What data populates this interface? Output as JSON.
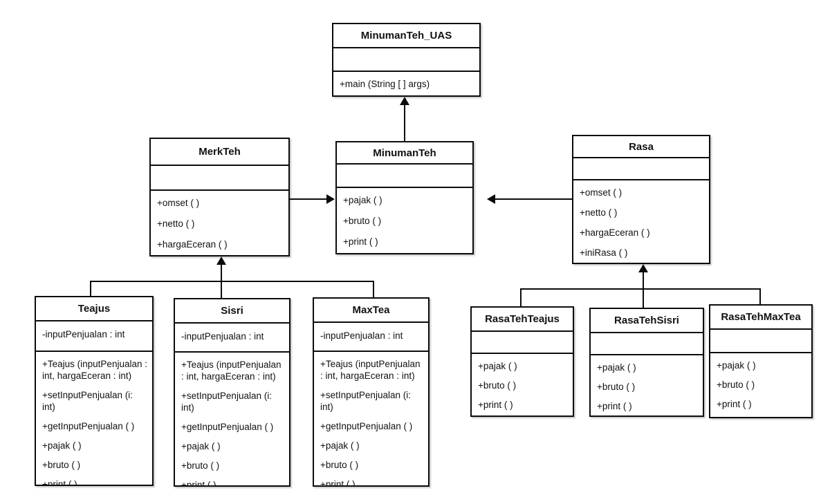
{
  "diagram_type": "uml-class-diagram",
  "colors": {
    "background": "#ffffff",
    "box_fill": "#ffffff",
    "line": "#0b0b0b",
    "text": "#111111"
  },
  "classes": [
    {
      "id": "minumanteh-uas",
      "name": "MinumanTeh_UAS",
      "attributes": [],
      "methods": [
        "+main (String [ ] args)"
      ]
    },
    {
      "id": "merkteh",
      "name": "MerkTeh",
      "attributes": [],
      "methods": [
        "+omset ( )",
        "+netto ( )",
        "+hargaEceran ( )"
      ]
    },
    {
      "id": "minumanteh",
      "name": "MinumanTeh",
      "attributes": [],
      "methods": [
        "+pajak ( )",
        "+bruto ( )",
        "+print ( )"
      ]
    },
    {
      "id": "rasa",
      "name": "Rasa",
      "attributes": [],
      "methods": [
        "+omset ( )",
        "+netto ( )",
        "+hargaEceran ( )",
        "+iniRasa ( )"
      ]
    },
    {
      "id": "teajus",
      "name": "Teajus",
      "attributes": [
        "-inputPenjualan : int"
      ],
      "methods": [
        "+Teajus (inputPenjualan : int, hargaEceran : int)",
        "+setInputPenjualan (i: int)",
        "+getInputPenjualan ( )",
        "+pajak ( )",
        "+bruto ( )",
        "+print ( )"
      ]
    },
    {
      "id": "sisri",
      "name": "Sisri",
      "attributes": [
        "-inputPenjualan : int"
      ],
      "methods": [
        "+Teajus (inputPenjualan : int, hargaEceran : int)",
        "+setInputPenjualan (i: int)",
        "+getInputPenjualan ( )",
        "+pajak ( )",
        "+bruto ( )",
        "+print ( )"
      ]
    },
    {
      "id": "maxtea",
      "name": "MaxTea",
      "attributes": [
        "-inputPenjualan : int"
      ],
      "methods": [
        "+Teajus (inputPenjualan : int, hargaEceran : int)",
        "+setInputPenjualan (i: int)",
        "+getInputPenjualan ( )",
        "+pajak ( )",
        "+bruto ( )",
        "+print ( )"
      ]
    },
    {
      "id": "rasatehteajus",
      "name": "RasaTehTeajus",
      "attributes": [],
      "methods": [
        "+pajak ( )",
        "+bruto ( )",
        "+print ( )"
      ]
    },
    {
      "id": "rasatehsisri",
      "name": "RasaTehSisri",
      "attributes": [],
      "methods": [
        "+pajak ( )",
        "+bruto ( )",
        "+print ( )"
      ]
    },
    {
      "id": "rasatehmaxtea",
      "name": "RasaTehMaxTea",
      "attributes": [],
      "methods": [
        "+pajak ( )",
        "+bruto ( )",
        "+print ( )"
      ]
    }
  ],
  "relationships": [
    {
      "from": "MinumanTeh",
      "to": "MinumanTeh_UAS",
      "style": "solid-arrow",
      "direction": "up"
    },
    {
      "from": "MerkTeh",
      "to": "MinumanTeh",
      "style": "solid-arrow",
      "direction": "right"
    },
    {
      "from": "Rasa",
      "to": "MinumanTeh",
      "style": "solid-arrow",
      "direction": "left"
    },
    {
      "from": [
        "Teajus",
        "Sisri",
        "MaxTea"
      ],
      "to": "MerkTeh",
      "style": "tree-arrow",
      "direction": "up"
    },
    {
      "from": [
        "RasaTehTeajus",
        "RasaTehSisri",
        "RasaTehMaxTea"
      ],
      "to": "Rasa",
      "style": "tree-arrow",
      "direction": "up"
    }
  ]
}
